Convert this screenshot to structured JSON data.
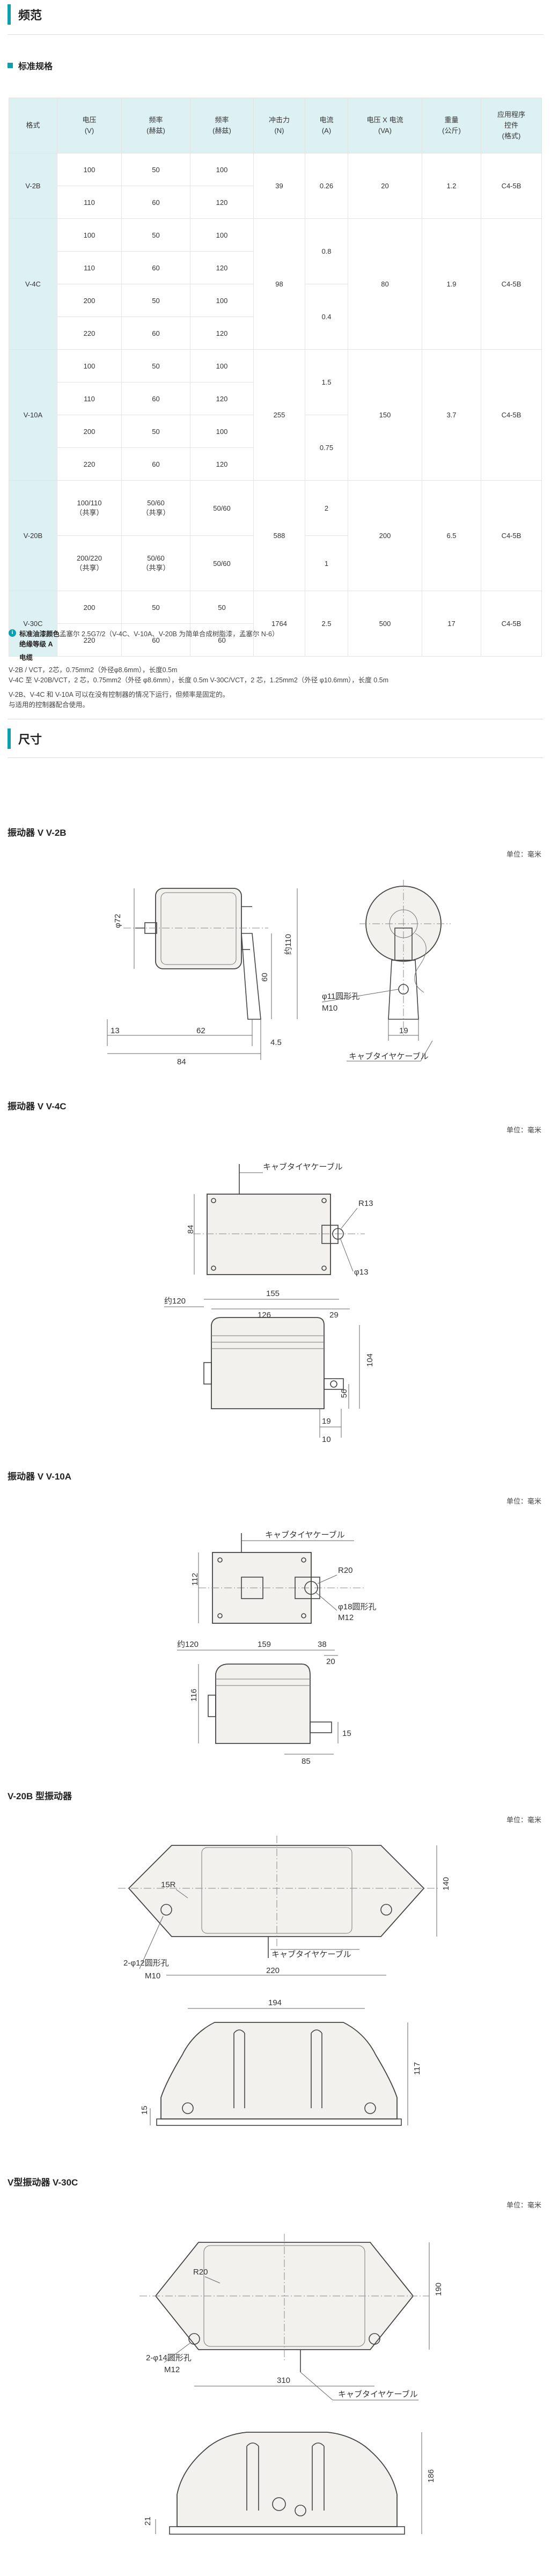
{
  "spec_section": {
    "title": "频范"
  },
  "spec_sub": {
    "title": "标准规格"
  },
  "spec_table": {
    "headers": [
      "格式",
      "电压\n(V)",
      "频率\n(赫兹)",
      "频率\n(赫兹)",
      "冲击力\n(N)",
      "电流\n(A)",
      "电压 X 电流\n(VA)",
      "重量\n(公斤)",
      "应用程序\n控件\n(格式)"
    ],
    "models": {
      "v2b": "V-2B",
      "v4c": "V-4C",
      "v10a": "V-10A",
      "v20b": "V-20B",
      "v30c": "V-30C"
    },
    "v2b": {
      "rows": [
        [
          "100",
          "50",
          "100"
        ],
        [
          "110",
          "60",
          "120"
        ]
      ],
      "force": "39",
      "current": "0.26",
      "va": "20",
      "weight": "1.2",
      "control": "C4-5B"
    },
    "v4c": {
      "rows": [
        [
          "100",
          "50",
          "100"
        ],
        [
          "110",
          "60",
          "120"
        ],
        [
          "200",
          "50",
          "100"
        ],
        [
          "220",
          "60",
          "120"
        ]
      ],
      "force": "98",
      "current_a": "0.8",
      "current_b": "0.4",
      "va": "80",
      "weight": "1.9",
      "control": "C4-5B"
    },
    "v10a": {
      "rows": [
        [
          "100",
          "50",
          "100"
        ],
        [
          "110",
          "60",
          "120"
        ],
        [
          "200",
          "50",
          "100"
        ],
        [
          "220",
          "60",
          "120"
        ]
      ],
      "force": "255",
      "current_a": "1.5",
      "current_b": "0.75",
      "va": "150",
      "weight": "3.7",
      "control": "C4-5B"
    },
    "v20b": {
      "rows": [
        [
          "100/110\n（共享）",
          "50/60\n（共享）",
          "50/60"
        ],
        [
          "200/220\n（共享）",
          "50/60\n（共享）",
          "50/60"
        ]
      ],
      "force": "588",
      "current_a": "2",
      "current_b": "1",
      "va": "200",
      "weight": "6.5",
      "control": "C4-5B"
    },
    "v30c": {
      "rows": [
        [
          "200",
          "50",
          "50"
        ],
        [
          "220",
          "60",
          "60"
        ]
      ],
      "force": "1764",
      "current": "2.5",
      "va": "500",
      "weight": "17",
      "control": "C4-5B"
    }
  },
  "notes": {
    "label1": "标准油漆颜色",
    "line1": "孟塞尔 2.5G7/2（V-4C、V-10A、V-20B 为简单合成树脂漆，孟塞尔 N-6）",
    "line2": "绝缘等级 A",
    "label3": "电缆",
    "line4": "V-2B / VCT，2芯，0.75mm2（外径φ8.6mm），长度0.5m",
    "line5": "V-4C 至 V-20B/VCT，2 芯，0.75mm2（外径 φ8.6mm），长度 0.5m V-30C/VCT，2 芯，1.25mm2（外径 φ10.6mm），长度 0.5m",
    "line6": "V-2B、V-4C 和 V-10A 可以在没有控制器的情况下运行，但频率是固定的。",
    "line7": "与适用的控制器配合使用。"
  },
  "dims_section": {
    "title": "尺寸"
  },
  "drawings": {
    "unit": "单位：毫米",
    "v2b": {
      "title": "振动器 V V-2B",
      "labels": {
        "d72": "φ72",
        "d110": "约110",
        "d60": "60",
        "d13": "13",
        "d62": "62",
        "d84": "84",
        "d45": "4.5",
        "d19": "19",
        "hole": "φ11圆形孔",
        "m10": "M10",
        "cable": "キャブタイヤケーブル"
      }
    },
    "v4c": {
      "title": "振动器 V V-4C",
      "labels": {
        "cable": "キャブタイヤケーブル",
        "r13": "R13",
        "d84": "84",
        "d13": "φ13",
        "d120": "约120",
        "d155": "155",
        "d126": "126",
        "d29": "29",
        "d104": "104",
        "d56": "56",
        "d19": "19",
        "d10": "10"
      }
    },
    "v10a": {
      "title": "振动器 V V-10A",
      "labels": {
        "cable": "キャブタイヤケーブル",
        "r20": "R20",
        "hole": "φ18圆形孔",
        "m12": "M12",
        "d112": "112",
        "d120": "约120",
        "d159": "159",
        "d38": "38",
        "d20": "20",
        "d116": "116",
        "d85": "85",
        "d15": "15"
      }
    },
    "v20b": {
      "title": "V-20B 型振动器",
      "labels": {
        "r15": "15R",
        "d140": "140",
        "cable": "キャブタイヤケーブル",
        "holes": "2-φ12圆形孔",
        "m10": "M10",
        "d220": "220",
        "d194": "194",
        "d117": "117",
        "d15": "15"
      }
    },
    "v30c": {
      "title": "V型振动器 V-30C",
      "labels": {
        "r20": "R20",
        "d190": "190",
        "holes": "2-φ14圆形孔",
        "m12": "M12",
        "d310": "310",
        "cable": "キャブタイヤケーブル",
        "d186": "186",
        "d21": "21"
      }
    }
  }
}
